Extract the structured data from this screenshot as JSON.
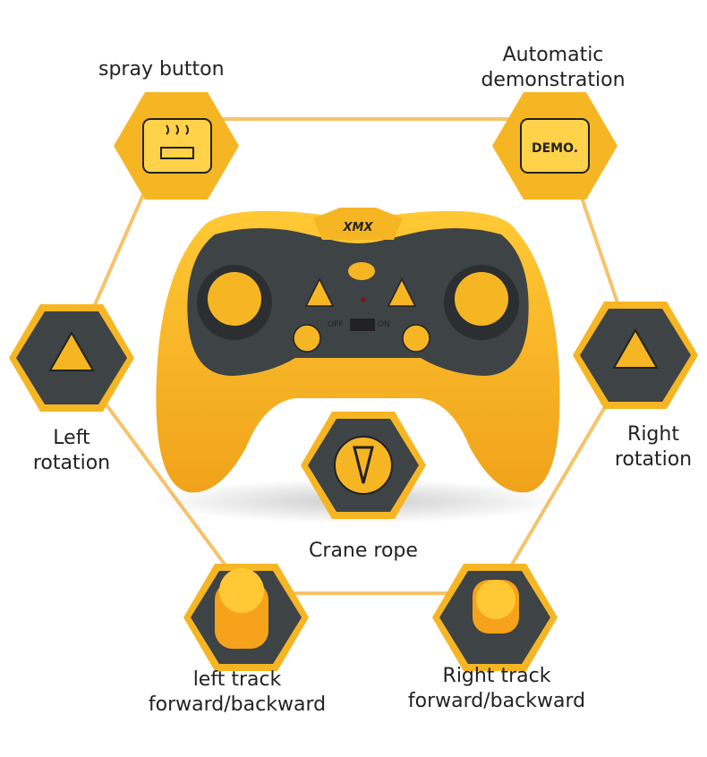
{
  "labels": {
    "spray": "spray button",
    "auto_line1": "Automatic",
    "auto_line2": "demonstration",
    "left_rot_line1": "Left",
    "left_rot_line2": "rotation",
    "right_rot_line1": "Right",
    "right_rot_line2": "rotation",
    "crane": "Crane rope",
    "left_track_line1": "left track",
    "left_track_line2": "forward/backward",
    "right_track_line1": "Right track",
    "right_track_line2": "forward/backward"
  },
  "controller": {
    "logo": "XMX",
    "switch_off": "OFF",
    "switch_on": "ON",
    "demo_button": "DEMO."
  },
  "colors": {
    "accent": "#f6b624",
    "dark": "#3e4345",
    "line": "#f5c36b"
  }
}
